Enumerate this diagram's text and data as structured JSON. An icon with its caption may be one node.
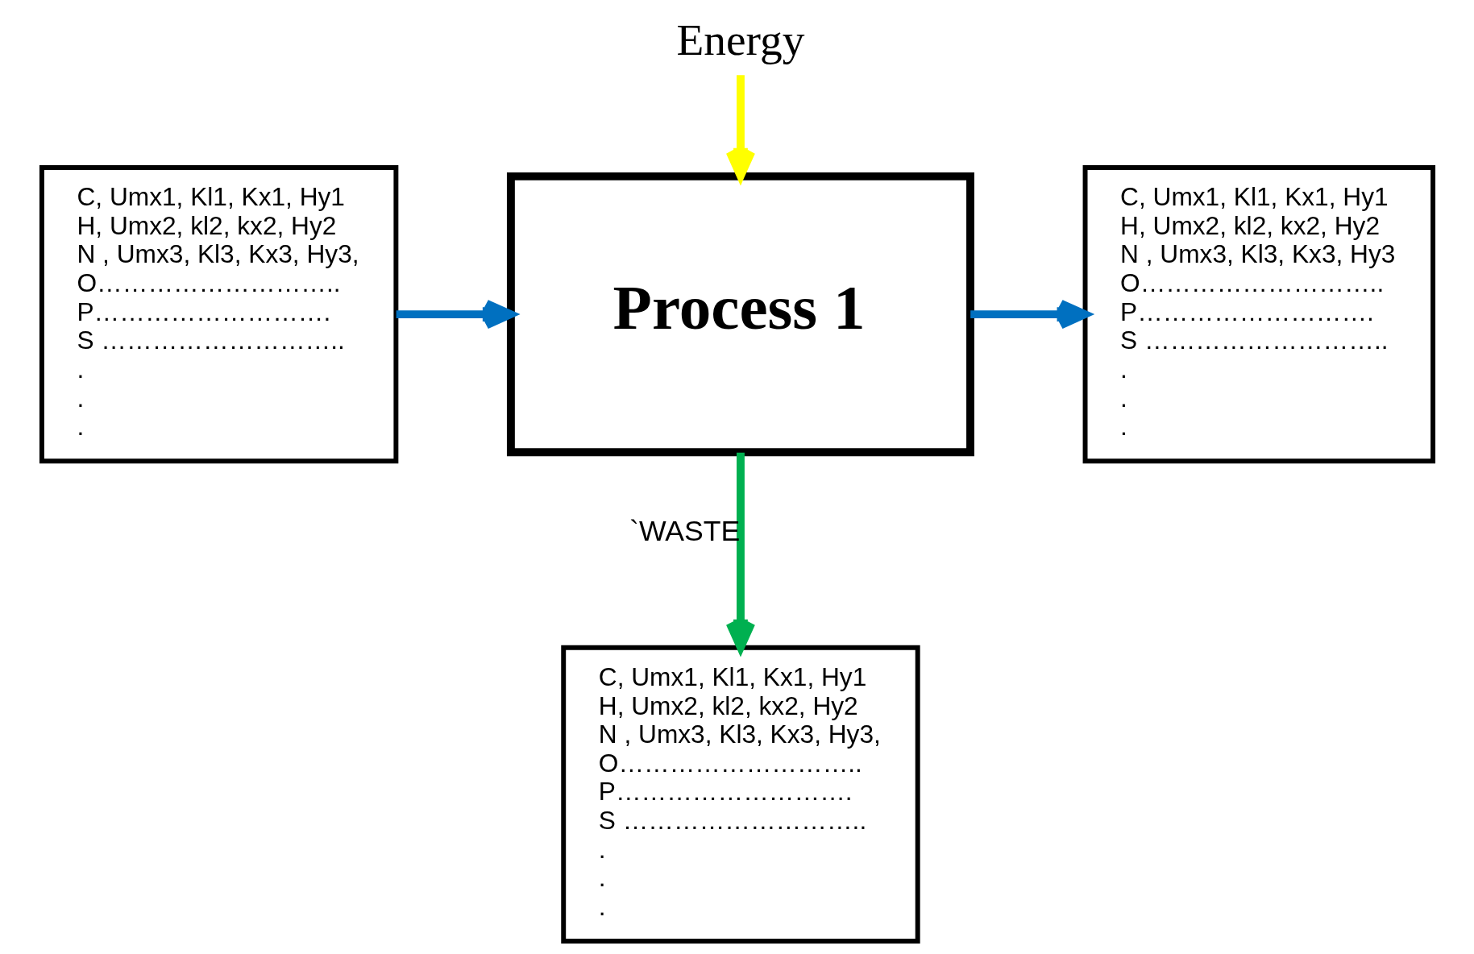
{
  "diagram": {
    "nodes": [
      {
        "text": [
          "Energy"
        ]
      },
      {
        "text": [
          "C, Umx1, Kl1, Kx1, Hy1",
          "H, Umx2, kl2, kx2, Hy2",
          "N , Umx3, Kl3, Kx3, Hy3,",
          "O………………………..",
          "P……………………….",
          "S ………………………..",
          ".",
          ".",
          "."
        ]
      },
      {
        "text": [
          "Process 1"
        ]
      },
      {
        "text": [
          "C, Umx1, Kl1, Kx1, Hy1",
          "H, Umx2, kl2, kx2, Hy2",
          "N , Umx3, Kl3, Kx3, Hy3",
          "O………………………..",
          "P……………………….",
          "S ………………………..",
          ".",
          ".",
          "."
        ]
      },
      {
        "text": [
          "C, Umx1, Kl1, Kx1, Hy1",
          "H, Umx2, kl2, kx2, Hy2",
          "N , Umx3, Kl3, Kx3, Hy3,",
          "O………………………..",
          "P……………………….",
          "S ………………………..",
          ".",
          ".",
          "."
        ]
      }
    ],
    "edges": [
      {
        "from": 0,
        "to": 2,
        "arrow": "to",
        "color": "#ffff00"
      },
      {
        "from": 1,
        "to": 2,
        "arrow": "to",
        "color": "#0070c0"
      },
      {
        "from": 2,
        "to": 3,
        "arrow": "to",
        "color": "#0070c0"
      },
      {
        "from": 2,
        "to": 4,
        "arrow": "to",
        "label": "`WASTE",
        "color": "#00b050"
      }
    ]
  }
}
